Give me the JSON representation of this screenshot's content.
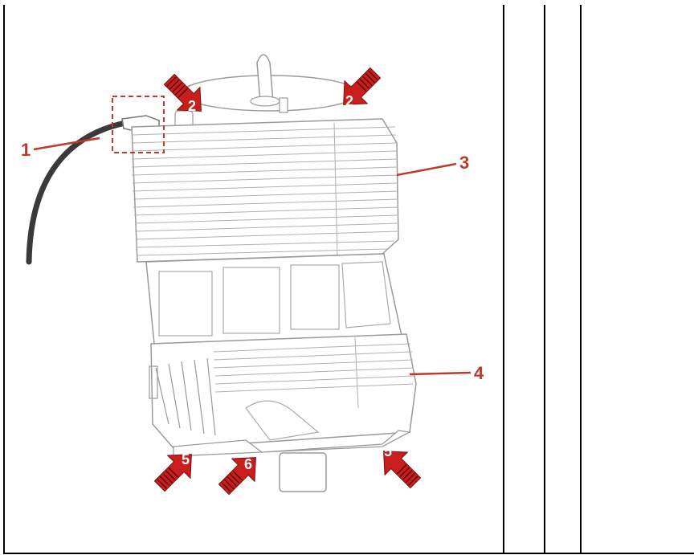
{
  "labels": {
    "l1": "1",
    "l2a": "2",
    "l2b": "2",
    "l3": "3",
    "l4": "4",
    "l5a": "5",
    "l5b": "5",
    "l6": "6"
  },
  "colors": {
    "callout": "#c0392b",
    "arrow": "#c81e1e",
    "outline": "#9a9a9a",
    "cable": "#3a3a3a"
  }
}
